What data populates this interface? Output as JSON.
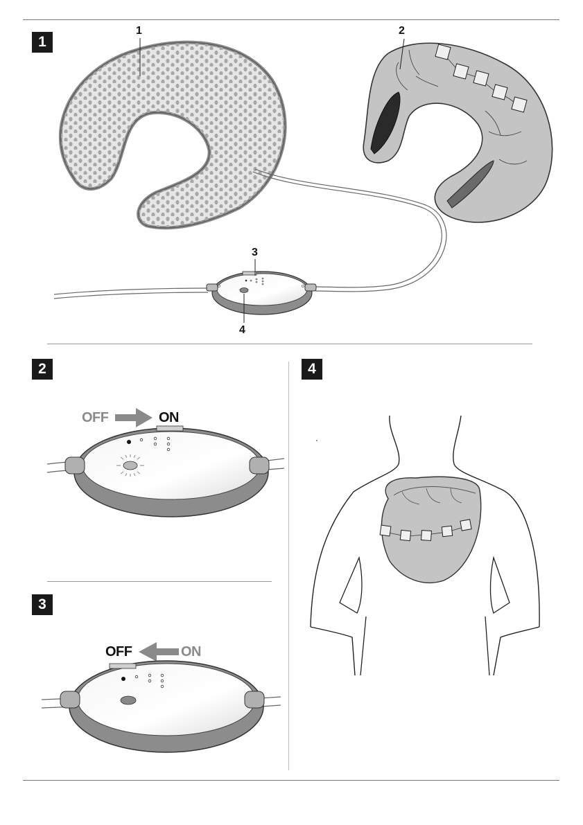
{
  "sections": [
    {
      "number": "1"
    },
    {
      "number": "2"
    },
    {
      "number": "3"
    },
    {
      "number": "4"
    }
  ],
  "callouts": [
    "1",
    "2",
    "3",
    "4"
  ],
  "switch_labels": {
    "off": "OFF",
    "on": "ON"
  },
  "colors": {
    "pad_fill": "#e4e4e4",
    "pad_border": "#888888",
    "cover_fill": "#c4c4c4",
    "controller_ring": "#8c8c8c",
    "badge": "#1a1a1a",
    "label_dim": "#8a8a8a",
    "label_strong": "#111111",
    "arrow": "#8a8a8a"
  }
}
